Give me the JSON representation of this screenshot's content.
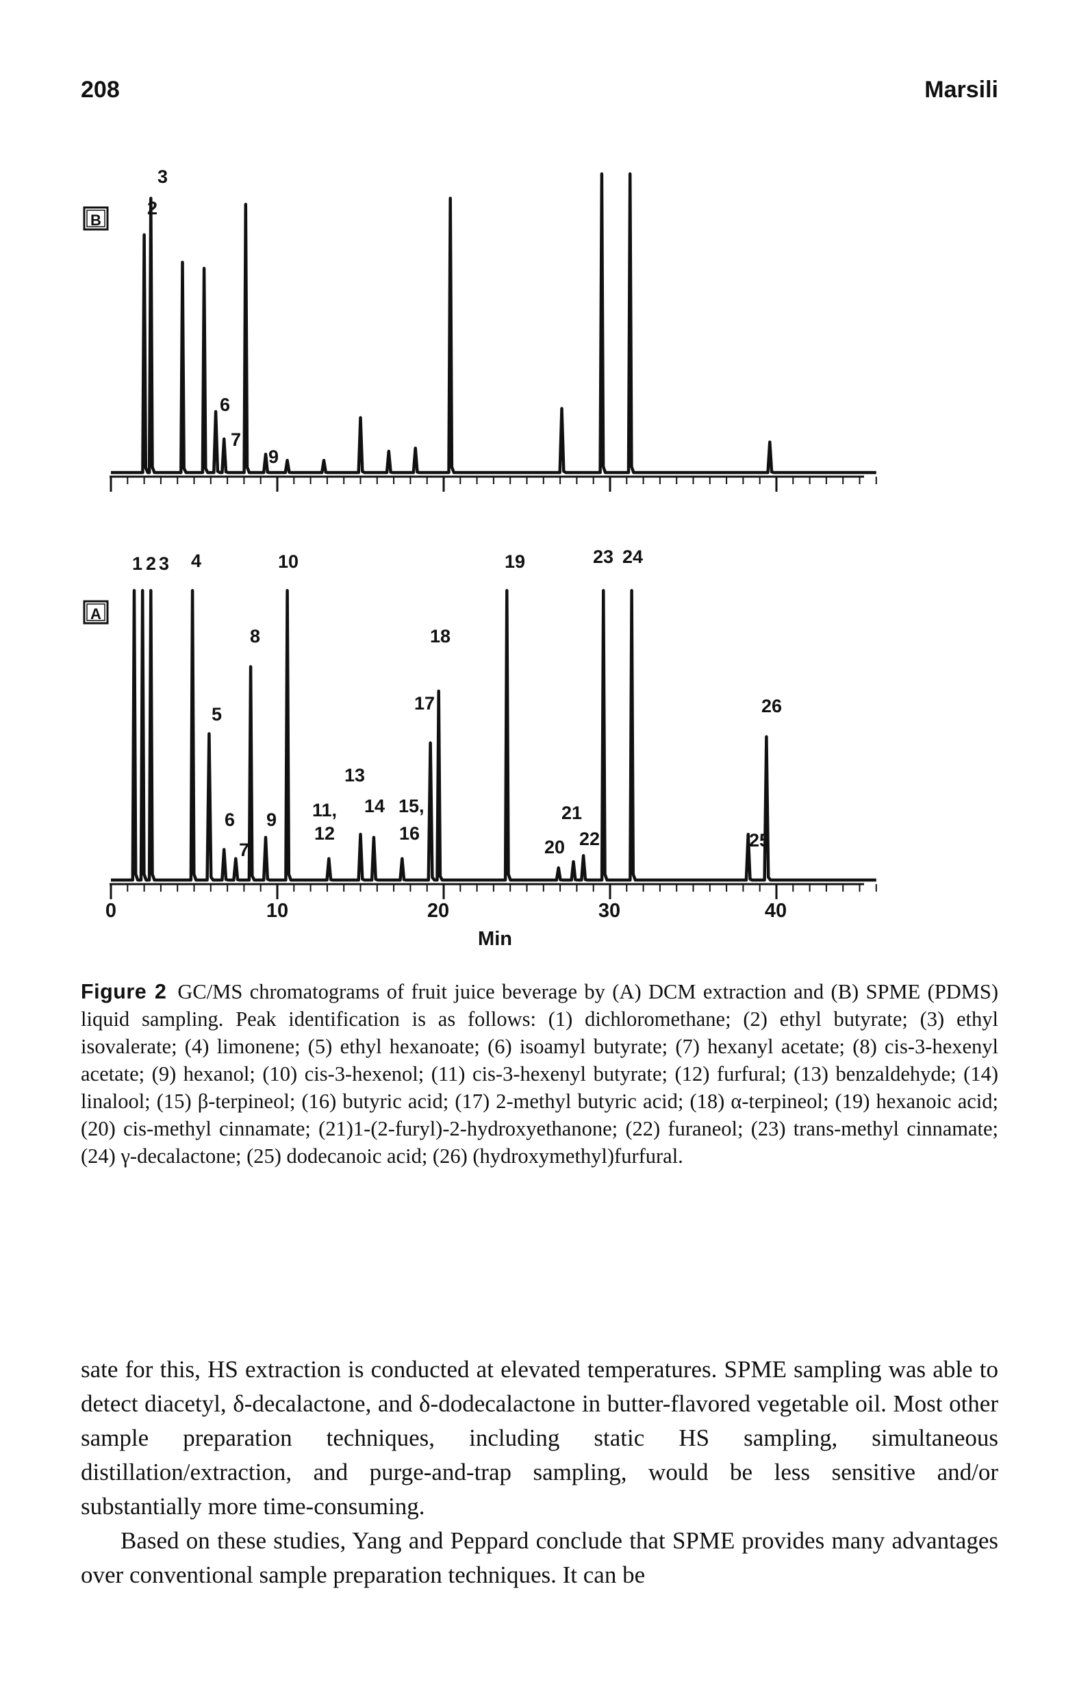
{
  "header": {
    "page_number": "208",
    "author": "Marsili"
  },
  "figure": {
    "panel_b_label": "B",
    "panel_a_label": "A",
    "x_axis_title": "Min",
    "x_tick_labels": [
      "0",
      "10",
      "20",
      "30",
      "40"
    ],
    "panel_b_peak_labels": [
      "2",
      "3",
      "6",
      "7",
      "9"
    ],
    "panel_a_peak_labels": [
      "1",
      "2",
      "3",
      "4",
      "5",
      "6",
      "7",
      "8",
      "9",
      "10",
      "11,",
      "12",
      "13",
      "14",
      "15,",
      "16",
      "17",
      "18",
      "19",
      "20",
      "21",
      "22",
      "23",
      "24",
      "25",
      "26"
    ]
  },
  "chart_data": [
    {
      "type": "line",
      "panel": "B",
      "title": "",
      "xlabel": "Min",
      "ylabel": "",
      "xlim": [
        0,
        46
      ],
      "x_ticks": [
        0,
        10,
        20,
        30,
        40
      ],
      "peaks": [
        {
          "x": 2.0,
          "height": 0.78,
          "label": "2"
        },
        {
          "x": 2.4,
          "height": 0.9,
          "label": "3"
        },
        {
          "x": 4.3,
          "height": 0.69
        },
        {
          "x": 5.6,
          "height": 0.67
        },
        {
          "x": 6.3,
          "height": 0.2,
          "label": "6"
        },
        {
          "x": 6.8,
          "height": 0.11,
          "label": "7"
        },
        {
          "x": 8.1,
          "height": 0.88
        },
        {
          "x": 9.3,
          "height": 0.06,
          "label": "9"
        },
        {
          "x": 10.6,
          "height": 0.04
        },
        {
          "x": 12.8,
          "height": 0.04
        },
        {
          "x": 15.0,
          "height": 0.18
        },
        {
          "x": 16.7,
          "height": 0.07
        },
        {
          "x": 18.3,
          "height": 0.08
        },
        {
          "x": 20.4,
          "height": 0.9
        },
        {
          "x": 27.1,
          "height": 0.21
        },
        {
          "x": 29.5,
          "height": 0.98
        },
        {
          "x": 31.2,
          "height": 0.98
        },
        {
          "x": 39.6,
          "height": 0.1
        }
      ]
    },
    {
      "type": "line",
      "panel": "A",
      "title": "",
      "xlabel": "Min",
      "ylabel": "",
      "xlim": [
        0,
        46
      ],
      "x_ticks": [
        0,
        10,
        20,
        30,
        40
      ],
      "peaks": [
        {
          "x": 1.4,
          "height": 0.95,
          "label": "1"
        },
        {
          "x": 1.9,
          "height": 0.95,
          "label": "2"
        },
        {
          "x": 2.4,
          "height": 0.95,
          "label": "3"
        },
        {
          "x": 4.9,
          "height": 0.95,
          "label": "4"
        },
        {
          "x": 5.9,
          "height": 0.48,
          "label": "5"
        },
        {
          "x": 6.8,
          "height": 0.1,
          "label": "6"
        },
        {
          "x": 7.5,
          "height": 0.07,
          "label": "7"
        },
        {
          "x": 8.4,
          "height": 0.7,
          "label": "8"
        },
        {
          "x": 9.3,
          "height": 0.14,
          "label": "9"
        },
        {
          "x": 10.6,
          "height": 0.95,
          "label": "10"
        },
        {
          "x": 13.1,
          "height": 0.07,
          "label": "11, 12"
        },
        {
          "x": 15.0,
          "height": 0.15,
          "label": "13"
        },
        {
          "x": 15.8,
          "height": 0.14,
          "label": "14"
        },
        {
          "x": 17.5,
          "height": 0.07,
          "label": "15, 16"
        },
        {
          "x": 19.2,
          "height": 0.45,
          "label": "17"
        },
        {
          "x": 19.7,
          "height": 0.62,
          "label": "18"
        },
        {
          "x": 23.8,
          "height": 0.95,
          "label": "19"
        },
        {
          "x": 26.9,
          "height": 0.04,
          "label": "20"
        },
        {
          "x": 27.8,
          "height": 0.06,
          "label": "21"
        },
        {
          "x": 28.4,
          "height": 0.08,
          "label": "22"
        },
        {
          "x": 29.6,
          "height": 0.95,
          "label": "23"
        },
        {
          "x": 31.3,
          "height": 0.95,
          "label": "24"
        },
        {
          "x": 38.3,
          "height": 0.15,
          "label": "25"
        },
        {
          "x": 39.4,
          "height": 0.47,
          "label": "26"
        }
      ]
    }
  ],
  "caption": {
    "label": "Figure 2",
    "text": "GC/MS chromatograms of fruit juice beverage by (A) DCM extraction and (B) SPME (PDMS) liquid sampling. Peak identification is as follows: (1) dichloromethane; (2) ethyl butyrate; (3) ethyl isovalerate; (4) limonene; (5) ethyl hexanoate; (6) isoamyl butyrate; (7) hexanyl acetate; (8) cis-3-hexenyl acetate; (9) hexanol; (10) cis-3-hexenol; (11) cis-3-hexenyl butyrate; (12) furfural; (13) benzaldehyde; (14) linalool; (15) β-terpineol; (16) butyric acid; (17) 2-methyl butyric acid; (18) α-terpineol; (19) hexanoic acid; (20) cis-methyl cinnamate; (21)1-(2-furyl)-2-hydroxyethanone; (22) furaneol; (23) trans-methyl cinnamate; (24) γ-decalactone; (25) dodecanoic acid; (26) (hydroxymethyl)furfural."
  },
  "body": {
    "paragraph_1": "sate for this, HS extraction is conducted at elevated temperatures. SPME sampling was able to detect diacetyl, δ-decalactone, and δ-dodecalactone in butter-flavored vegetable oil. Most other sample preparation techniques, including static HS sampling, simultaneous distillation/extraction, and purge-and-trap sampling, would be less sensitive and/or substantially more time-consuming.",
    "paragraph_2": "Based on these studies, Yang and Peppard conclude that SPME provides many advantages over conventional sample preparation techniques. It can be"
  }
}
